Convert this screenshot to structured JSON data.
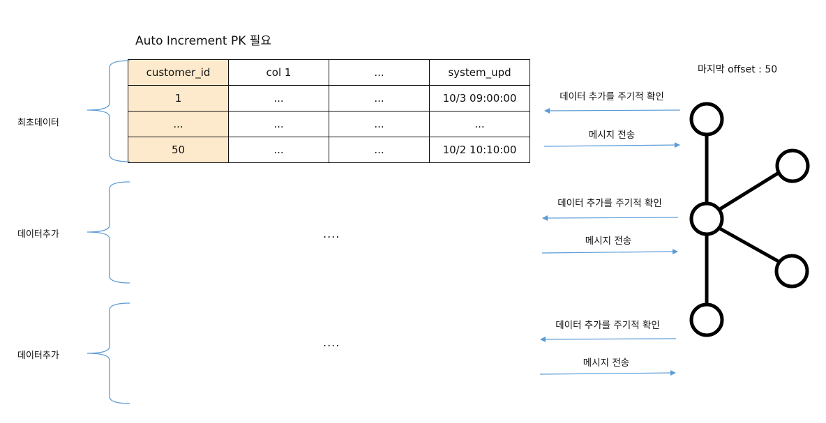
{
  "title": "Auto Increment PK 필요",
  "offset_label": "마지막 offset : 50",
  "table": {
    "headers": [
      "customer_id",
      "col 1",
      "...",
      "system_upd"
    ],
    "rows": [
      [
        "1",
        "...",
        "...",
        "10/3 09:00:00"
      ],
      [
        "...",
        "...",
        "...",
        "..."
      ],
      [
        "50",
        "...",
        "...",
        "10/2 10:10:00"
      ]
    ]
  },
  "groups": [
    {
      "label": "최초데이터"
    },
    {
      "label": "데이터추가",
      "ellipsis": "...."
    },
    {
      "label": "데이터추가",
      "ellipsis": "...."
    }
  ],
  "flows": [
    {
      "check": "데이터 추가를 주기적 확인",
      "send": "메시지 전송"
    },
    {
      "check": "데이터 추가를 주기적 확인",
      "send": "메시지 전송"
    },
    {
      "check": "데이터 추가를 주기적 확인",
      "send": "메시지 전송"
    }
  ],
  "colors": {
    "bracket": "#5b9bd5",
    "arrow": "#5b9bd5",
    "pk_fill": "#fdeacc",
    "node": "#000000"
  }
}
